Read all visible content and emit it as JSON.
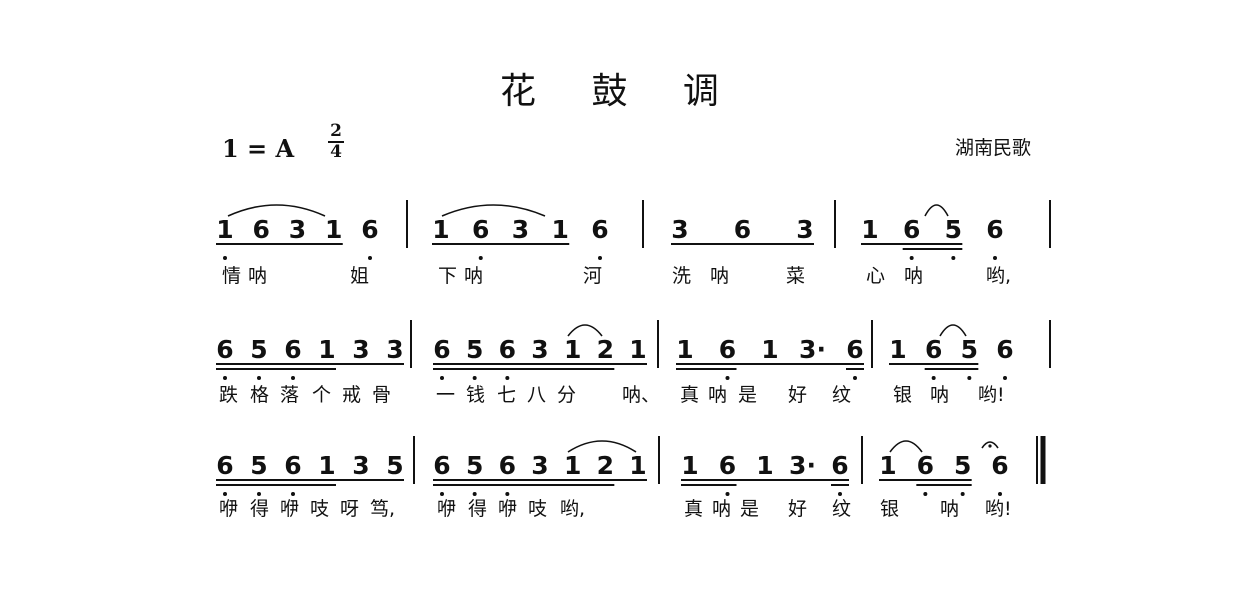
{
  "title": "花 鼓 调",
  "key_signature": "1 = A",
  "time_signature": {
    "top": "2",
    "bottom": "4"
  },
  "source": "湖南民歌",
  "systems": [
    {
      "measures": [
        [
          [
            "1",
            "1",
            -1,
            [
              0
            ]
          ],
          [
            "6",
            "1",
            0,
            [
              0
            ]
          ],
          [
            "3",
            "1",
            0,
            [
              0
            ]
          ],
          [
            "1",
            "1",
            0,
            [
              0
            ]
          ],
          [
            "6",
            "",
            -1,
            []
          ]
        ],
        [
          [
            "1",
            "1",
            0,
            [
              0
            ]
          ],
          [
            "6",
            "1",
            -1,
            [
              0
            ]
          ],
          [
            "3",
            "1",
            0,
            [
              0
            ]
          ],
          [
            "1",
            "1",
            0,
            [
              0
            ]
          ],
          [
            "6",
            "",
            -1,
            []
          ]
        ],
        [
          [
            "3",
            "",
            0,
            [
              0
            ]
          ],
          [
            "6",
            "",
            0,
            [
              0
            ]
          ],
          [
            "3",
            "",
            0,
            [
              0
            ]
          ]
        ],
        [
          [
            "1",
            "",
            0,
            [
              0
            ]
          ],
          [
            "6",
            "",
            -1,
            [
              0,
              1
            ]
          ],
          [
            "5",
            "",
            -1,
            [
              0,
              1
            ]
          ],
          [
            "6",
            "",
            -1,
            []
          ]
        ]
      ],
      "lyrics": [
        [
          [
            "情",
            0
          ],
          [
            "呐",
            1
          ],
          [
            "姐",
            4
          ]
        ],
        [
          [
            "下",
            0
          ],
          [
            "呐",
            1
          ],
          [
            "河",
            4
          ]
        ],
        [
          [
            "洗",
            0
          ],
          [
            "呐",
            1
          ],
          [
            "菜",
            2
          ]
        ],
        [
          [
            "心",
            0
          ],
          [
            "呐",
            1
          ],
          [
            "哟,",
            3
          ]
        ]
      ]
    },
    {
      "measures": [
        [
          [
            "6",
            "",
            -1,
            [
              0,
              1
            ]
          ],
          [
            "5",
            "",
            -1,
            [
              0,
              1
            ]
          ],
          [
            "6",
            "",
            -1,
            [
              0,
              1
            ]
          ],
          [
            "1",
            "",
            0,
            [
              0,
              1
            ]
          ],
          [
            "3",
            "",
            0,
            [
              0
            ]
          ],
          [
            "3",
            "",
            0,
            [
              0
            ]
          ]
        ],
        [
          [
            "6",
            "",
            -1,
            [
              0,
              1
            ]
          ],
          [
            "5",
            "",
            -1,
            [
              0,
              1
            ]
          ],
          [
            "6",
            "",
            -1,
            [
              0,
              1
            ]
          ],
          [
            "3",
            "",
            0,
            [
              0,
              1
            ]
          ],
          [
            "1",
            "",
            0,
            [
              0,
              1
            ]
          ],
          [
            "2",
            "",
            0,
            [
              0,
              1
            ]
          ],
          [
            "1",
            "",
            0,
            [
              0
            ]
          ]
        ],
        [
          [
            "1",
            "",
            0,
            [
              0,
              1
            ]
          ],
          [
            "6",
            "",
            -1,
            [
              0,
              1
            ]
          ],
          [
            "1",
            "",
            0,
            [
              0
            ]
          ],
          [
            "3·",
            "",
            0,
            [
              0
            ]
          ],
          [
            "6",
            "",
            -1,
            [
              0,
              1
            ]
          ]
        ],
        [
          [
            "1",
            "",
            0,
            [
              0
            ]
          ],
          [
            "6",
            "",
            -1,
            [
              0,
              1
            ]
          ],
          [
            "5",
            "",
            -1,
            [
              0,
              1
            ]
          ],
          [
            "6",
            "",
            -1,
            []
          ]
        ]
      ],
      "lyrics": [
        [
          [
            "跌",
            0
          ],
          [
            "格",
            1
          ],
          [
            "落",
            2
          ],
          [
            "个",
            3
          ],
          [
            "戒",
            4
          ],
          [
            "骨",
            5
          ]
        ],
        [
          [
            "一",
            0
          ],
          [
            "钱",
            1
          ],
          [
            "七",
            2
          ],
          [
            "八",
            3
          ],
          [
            "分",
            4
          ],
          [
            "呐、",
            6
          ]
        ],
        [
          [
            "真",
            0
          ],
          [
            "呐",
            1
          ],
          [
            "是",
            2
          ],
          [
            "好",
            3
          ],
          [
            "纹",
            4
          ]
        ],
        [
          [
            "银",
            1
          ],
          [
            "呐",
            2
          ],
          [
            "哟!",
            3
          ]
        ]
      ]
    },
    {
      "measures": [
        [
          [
            "6",
            "",
            -1,
            [
              0,
              1
            ]
          ],
          [
            "5",
            "",
            -1,
            [
              0,
              1
            ]
          ],
          [
            "6",
            "",
            -1,
            [
              0,
              1
            ]
          ],
          [
            "1",
            "",
            0,
            [
              0,
              1
            ]
          ],
          [
            "3",
            "",
            0,
            [
              0
            ]
          ],
          [
            "5",
            "",
            0,
            [
              0
            ]
          ]
        ],
        [
          [
            "6",
            "",
            -1,
            [
              0,
              1
            ]
          ],
          [
            "5",
            "",
            -1,
            [
              0,
              1
            ]
          ],
          [
            "6",
            "",
            -1,
            [
              0,
              1
            ]
          ],
          [
            "3",
            "",
            0,
            [
              0,
              1
            ]
          ],
          [
            "1",
            "",
            0,
            [
              0,
              1
            ]
          ],
          [
            "2",
            "",
            0,
            [
              0,
              1
            ]
          ],
          [
            "1",
            "",
            0,
            [
              0
            ]
          ]
        ],
        [
          [
            "1",
            "",
            0,
            [
              0,
              1
            ]
          ],
          [
            "6",
            "",
            -1,
            [
              0,
              1
            ]
          ],
          [
            "1",
            "",
            0,
            [
              0
            ]
          ],
          [
            "3·",
            "",
            0,
            [
              0
            ]
          ],
          [
            "6",
            "",
            -1,
            [
              0,
              1
            ]
          ]
        ],
        [
          [
            "1",
            "",
            0,
            [
              0
            ]
          ],
          [
            "6",
            "",
            -1,
            [
              0,
              1
            ]
          ],
          [
            "5",
            "",
            -1,
            [
              0,
              1
            ]
          ],
          [
            "6",
            "",
            -1,
            []
          ]
        ]
      ],
      "lyrics": [
        [
          [
            "咿",
            0
          ],
          [
            "得",
            1
          ],
          [
            "咿",
            2
          ],
          [
            "吱",
            3
          ],
          [
            "呀",
            4
          ],
          [
            "笃,",
            5
          ]
        ],
        [
          [
            "咿",
            0
          ],
          [
            "得",
            1
          ],
          [
            "咿",
            2
          ],
          [
            "吱",
            3
          ],
          [
            "哟,",
            4
          ]
        ],
        [
          [
            "真",
            0
          ],
          [
            "呐",
            1
          ],
          [
            "是",
            2
          ],
          [
            "好",
            3
          ],
          [
            "纹",
            4
          ]
        ],
        [
          [
            "银",
            1
          ],
          [
            "呐",
            2
          ],
          [
            "哟!",
            3
          ]
        ]
      ]
    }
  ],
  "text_color": "#111111"
}
